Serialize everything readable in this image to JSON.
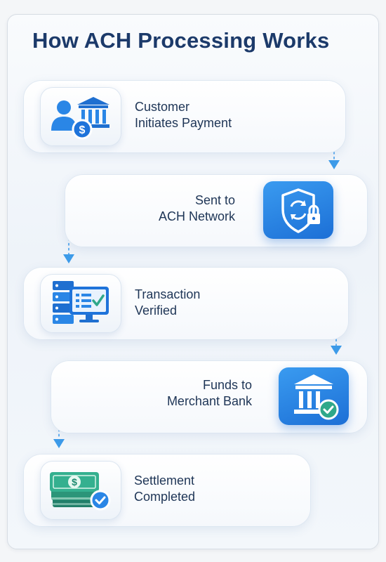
{
  "title": "How ACH Processing Works",
  "colors": {
    "title": "#1c3a6a",
    "accent_blue": "#2a86e6",
    "money_green": "#2fa88a",
    "text": "#1e3556"
  },
  "steps": [
    {
      "line1": "Customer",
      "line2": "Initiates Payment",
      "icon": "customer-bank-dollar-icon"
    },
    {
      "line1": "Sent to",
      "line2": "ACH Network",
      "icon": "shield-sync-lock-icon"
    },
    {
      "line1": "Transaction",
      "line2": "Verified",
      "icon": "server-monitor-check-icon"
    },
    {
      "line1": "Funds to",
      "line2": "Merchant Bank",
      "icon": "bank-check-icon"
    },
    {
      "line1": "Settlement",
      "line2": "Completed",
      "icon": "cash-stack-check-icon"
    }
  ]
}
